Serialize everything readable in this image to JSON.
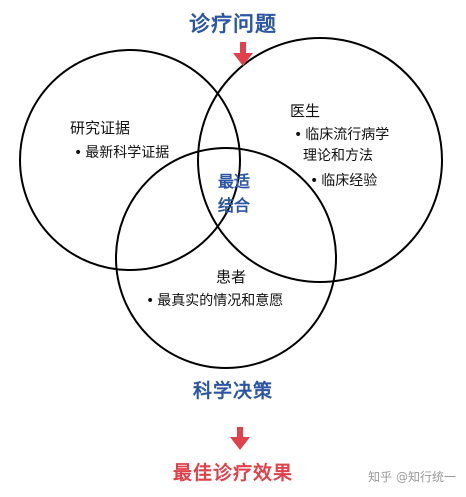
{
  "titles": {
    "top": "诊疗问题",
    "middle": "科学决策",
    "bottom": "最佳诊疗效果"
  },
  "circles": {
    "research": {
      "title": "研究证据",
      "bullets": [
        "最新科学证据"
      ]
    },
    "doctor": {
      "title": "医生",
      "bullets": [
        {
          "line1": "临床流行病学",
          "line2": "理论和方法"
        },
        {
          "line1": "临床经验"
        }
      ]
    },
    "patient": {
      "title": "患者",
      "bullets": [
        "最真实的情况和意愿"
      ]
    }
  },
  "center": {
    "line1": "最适",
    "line2": "结合"
  },
  "watermark": "知乎 @知行统一",
  "colors": {
    "title_blue": "#2c56a3",
    "arrow_red": "#e0414a",
    "outline": "#000000"
  },
  "icons": {
    "arrow": "arrow-down-icon"
  }
}
